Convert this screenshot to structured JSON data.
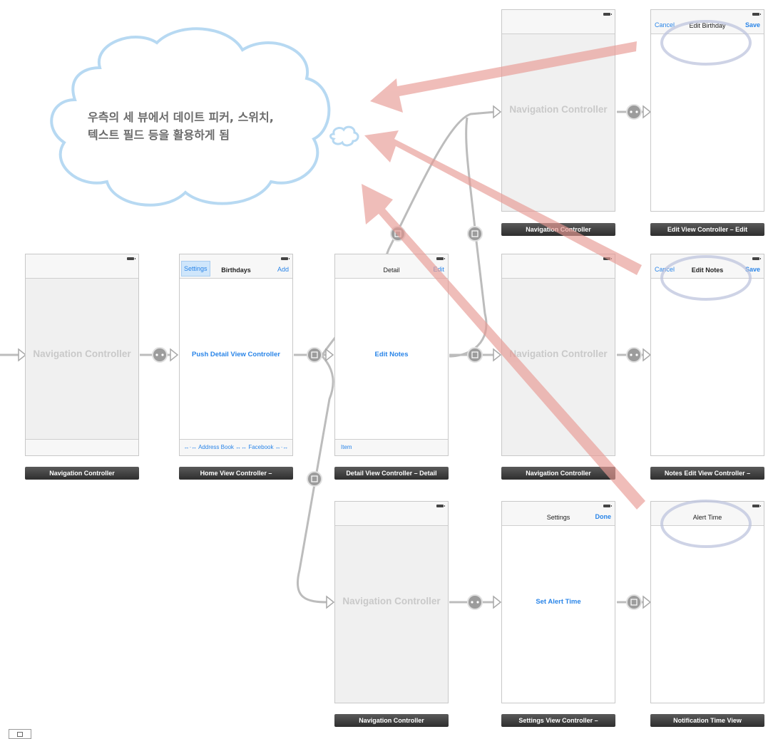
{
  "cloud_annotation": {
    "line1": "우측의 세 뷰에서 데이트 피커, 스위치,",
    "line2": "텍스트 필드 등을 활용하게 됨",
    "color": "#b7d9f2"
  },
  "arrow_color": "#e89a94",
  "scenes": {
    "nav_main": {
      "ghost_title": "Navigation Controller",
      "caption": "Navigation Controller"
    },
    "home": {
      "nav_left": "Settings",
      "nav_title": "Birthdays",
      "nav_right": "Add",
      "center_label": "Push Detail View Controller",
      "toolbar_text": "↔·↔ Address Book ↔↔ Facebook ↔·↔",
      "caption": "Home View Controller –"
    },
    "detail": {
      "nav_title": "Detail",
      "nav_right": "Edit",
      "center_label": "Edit Notes",
      "toolbar_item": "Item",
      "caption": "Detail View Controller – Detail"
    },
    "nav_edit_birthday": {
      "ghost_title": "Navigation Controller",
      "caption": "Navigation Controller"
    },
    "edit_birthday": {
      "nav_left": "Cancel",
      "nav_title": "Edit Birthday",
      "nav_right": "Save",
      "caption": "Edit View Controller – Edit"
    },
    "nav_edit_notes": {
      "ghost_title": "Navigation Controller",
      "caption": "Navigation Controller"
    },
    "edit_notes": {
      "nav_left": "Cancel",
      "nav_title": "Edit Notes",
      "nav_right": "Save",
      "caption": "Notes Edit View Controller –"
    },
    "nav_settings": {
      "ghost_title": "Navigation Controller",
      "caption": "Navigation Controller"
    },
    "settings": {
      "nav_title": "Settings",
      "nav_right": "Done",
      "center_label": "Set Alert Time",
      "caption": "Settings View Controller –"
    },
    "alert_time": {
      "nav_title": "Alert Time",
      "caption": "Notification Time View"
    }
  },
  "icons": {
    "segue_push": "segue-push-icon",
    "segue_root": "segue-root-relationship-icon",
    "segue_modal": "segue-modal-icon",
    "battery": "battery-icon",
    "cloud": "cloud-callout-icon",
    "arrow": "highlight-arrow-icon"
  }
}
